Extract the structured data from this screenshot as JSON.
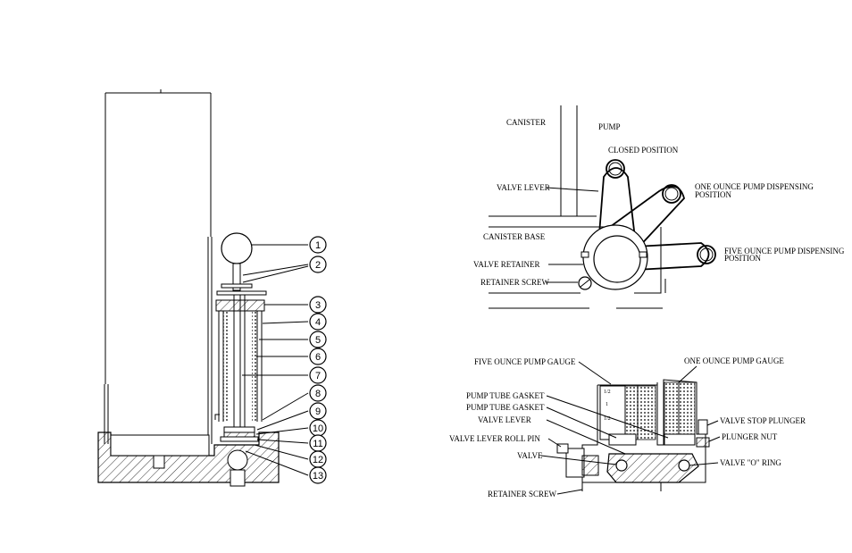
{
  "left_diagram": {
    "callouts": [
      "1",
      "2",
      "3",
      "4",
      "5",
      "6",
      "7",
      "8",
      "9",
      "10",
      "11",
      "12",
      "13"
    ]
  },
  "valve_diagram": {
    "labels": {
      "canister": "CANISTER",
      "pump": "PUMP",
      "closed_position": "CLOSED POSITION",
      "valve_lever": "VALVE LEVER",
      "one_ounce_line1": "ONE OUNCE PUMP DISPENSING",
      "one_ounce_line2": "POSITION",
      "canister_base": "CANISTER BASE",
      "five_ounce_line1": "FIVE OUNCE PUMP DISPENSING",
      "five_ounce_line2": "POSITION",
      "valve_retainer": "VALVE RETAINER",
      "retainer_screw": "RETAINER SCREW"
    }
  },
  "pump_section_diagram": {
    "labels": {
      "five_ounce_gauge": "FIVE OUNCE PUMP GAUGE",
      "one_ounce_gauge": "ONE OUNCE PUMP GAUGE",
      "pump_tube_gasket_1": "PUMP TUBE GASKET",
      "pump_tube_gasket_2": "PUMP TUBE GASKET",
      "valve_lever": "VALVE LEVER",
      "valve_stop_plunger": "VALVE STOP PLUNGER",
      "plunger_nut": "PLUNGER NUT",
      "valve_lever_roll_pin": "VALVE LEVER ROLL PIN",
      "valve": "VALVE",
      "valve_o_ring": "VALVE \"O\" RING",
      "retainer_screw": "RETAINER SCREW"
    },
    "gauge_marks": [
      "1/2",
      "1",
      "1/2"
    ]
  }
}
